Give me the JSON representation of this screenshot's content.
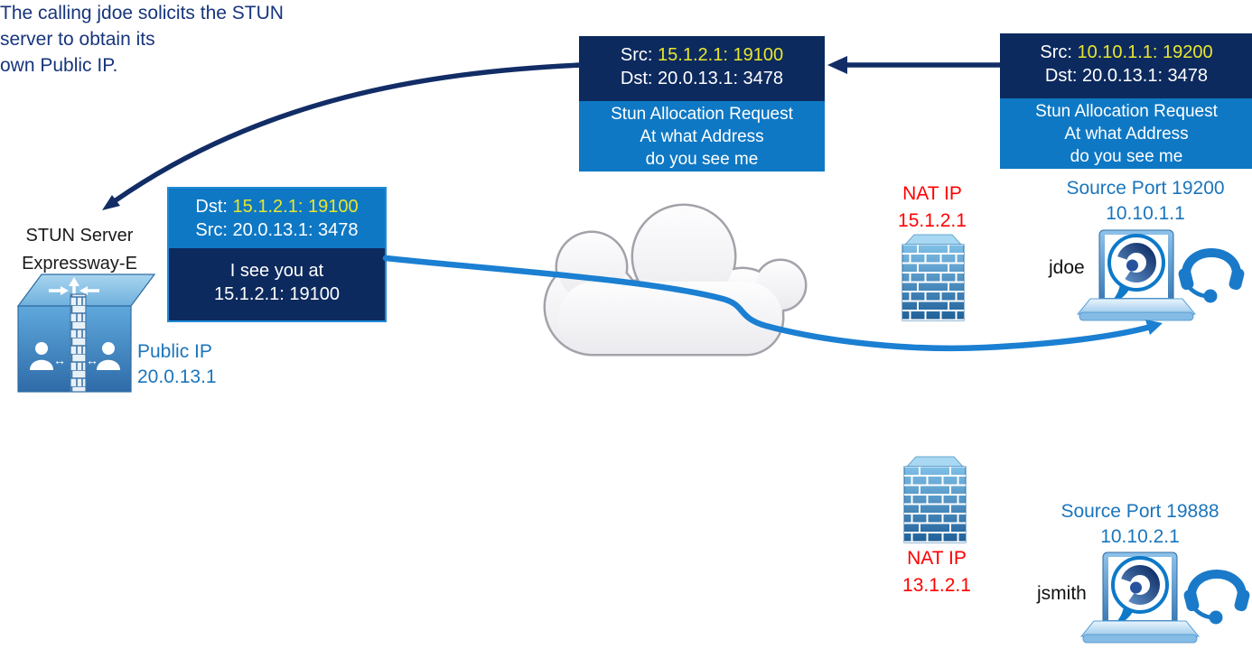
{
  "annotation": {
    "line1": "The calling jdoe solicits the STUN",
    "line2": "server to obtain its",
    "line3": "own Public IP."
  },
  "stun_server": {
    "name_line1": "STUN Server",
    "name_line2": "Expressway-E",
    "ip_label": "Public IP",
    "ip": "20.0.13.1"
  },
  "packets": {
    "reply": {
      "addr1_label": "Dst: ",
      "addr1_value": "15.1.2.1: 19100",
      "addr2": "Src: 20.0.13.1: 3478",
      "body_line1": "I see you at",
      "body_line2": "15.1.2.1: 19100"
    },
    "nat_request": {
      "addr1_label": "Src: ",
      "addr1_value": "15.1.2.1: 19100",
      "addr2": "Dst: 20.0.13.1: 3478",
      "body_line1": "Stun Allocation Request",
      "body_line2": "At what Address",
      "body_line3": "do you see me"
    },
    "client_request": {
      "addr1_label": "Src: ",
      "addr1_value": "10.10.1.1: 19200",
      "addr2": "Dst: 20.0.13.1: 3478",
      "body_line1": "Stun Allocation Request",
      "body_line2": "At what Address",
      "body_line3": "do you see me"
    }
  },
  "nat_firewalls": {
    "top": {
      "label": "NAT IP",
      "ip": "15.1.2.1"
    },
    "bottom": {
      "label": "NAT IP",
      "ip": "13.1.2.1"
    }
  },
  "clients": {
    "jdoe": {
      "port_label": "Source Port 19200",
      "ip": "10.10.1.1",
      "username": "jdoe"
    },
    "jsmith": {
      "port_label": "Source Port 19888",
      "ip": "10.10.2.1",
      "username": "jsmith"
    }
  },
  "icons": {
    "cloud": "internet-cloud-icon",
    "firewall": "firewall-brick-icon",
    "stun_server": "expressway-cube-icon",
    "client": "jabber-laptop-icon",
    "headset": "headset-icon"
  },
  "colors": {
    "packet_navy": "#0d2a5e",
    "packet_blue": "#0e78c4",
    "yellow_highlight": "#e8e62e",
    "red_label": "#ff0000",
    "cisco_blue": "#1b75bc",
    "arrow_navy": "#122d66",
    "arrow_blue": "#1b7fd2"
  }
}
